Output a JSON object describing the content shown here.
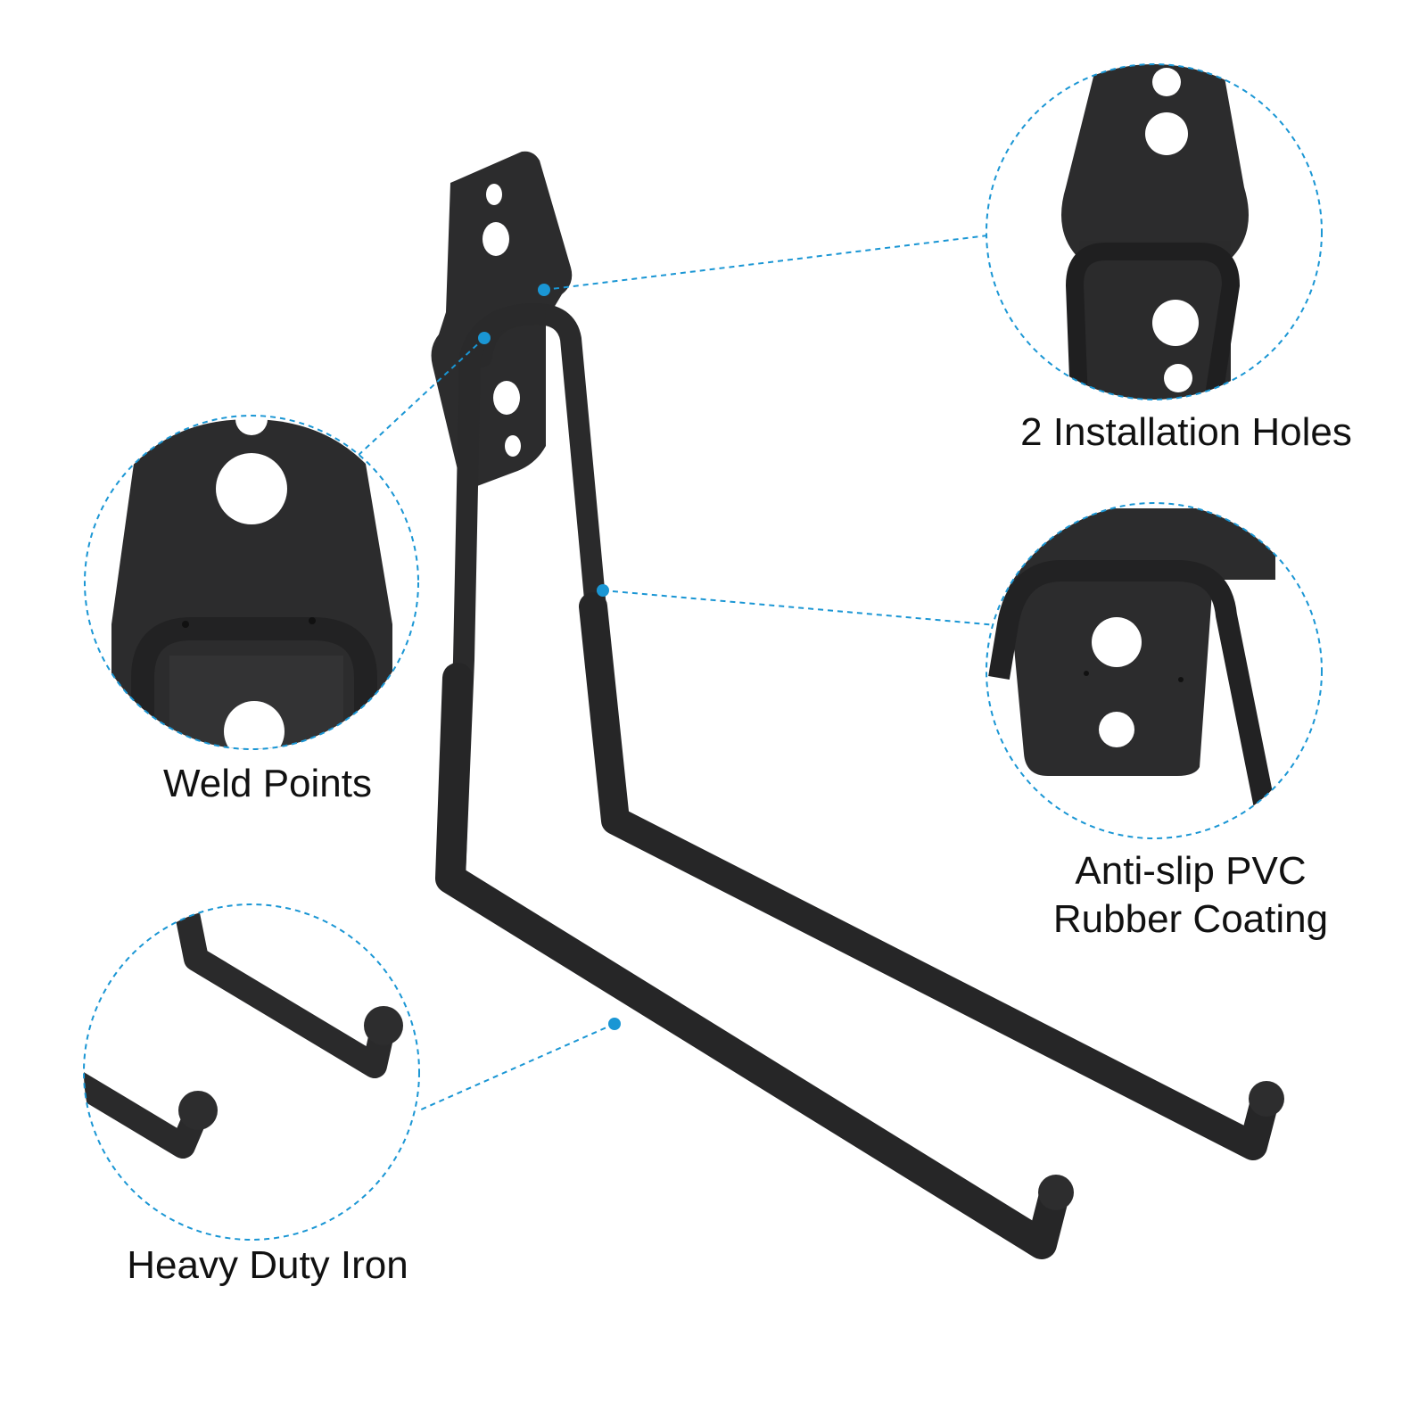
{
  "callouts": {
    "installation_holes": "2 Installation Holes",
    "weld_points": "Weld Points",
    "pvc_line1": "Anti-slip PVC",
    "pvc_line2": "Rubber Coating",
    "heavy_duty": "Heavy Duty Iron"
  },
  "colors": {
    "accent": "#1a96d4",
    "hook": "#2a2a2b",
    "text": "#111111",
    "background": "#ffffff"
  }
}
